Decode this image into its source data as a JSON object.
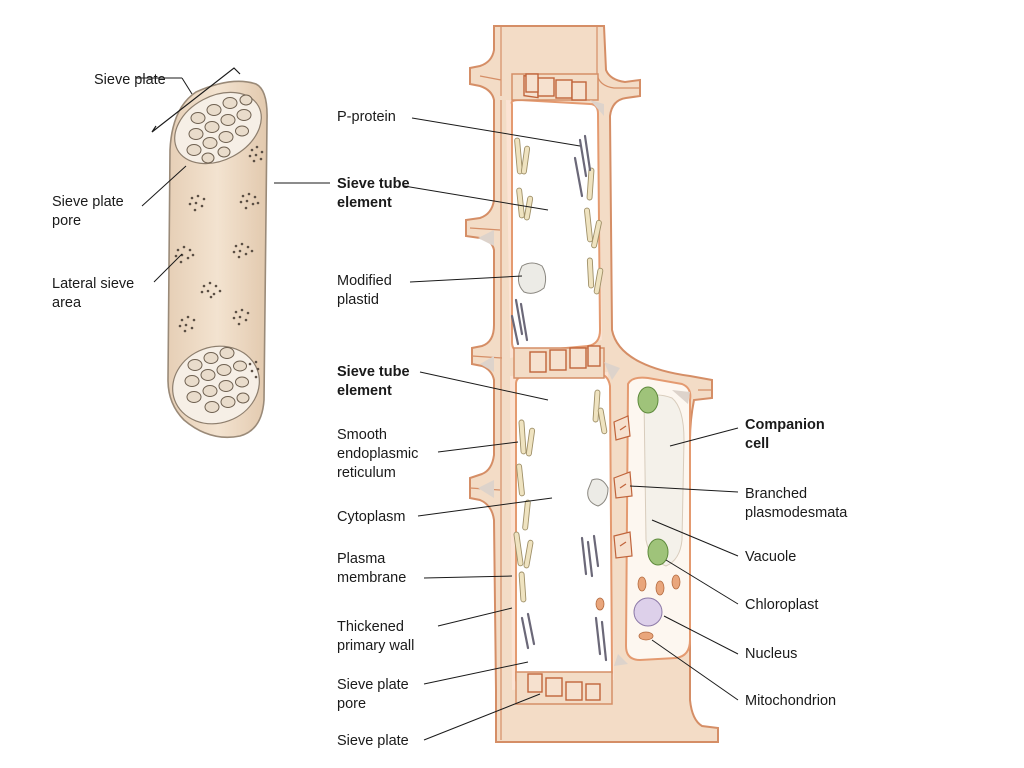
{
  "labels": {
    "sieve_plate_top": "Sieve plate",
    "sieve_plate_pore_left": [
      "Sieve plate",
      "pore"
    ],
    "lateral_sieve_area": [
      "Lateral sieve",
      "area"
    ],
    "p_protein": "P-protein",
    "sieve_tube_element_1": [
      "Sieve tube",
      "element"
    ],
    "modified_plastid": [
      "Modified",
      "plastid"
    ],
    "sieve_tube_element_2": [
      "Sieve tube",
      "element"
    ],
    "smooth_er": [
      "Smooth",
      "endoplasmic",
      "reticulum"
    ],
    "cytoplasm": "Cytoplasm",
    "plasma_membrane": [
      "Plasma",
      "membrane"
    ],
    "thickened_primary_wall": [
      "Thickened",
      "primary wall"
    ],
    "sieve_plate_pore_bottom": [
      "Sieve plate",
      "pore"
    ],
    "sieve_plate_bottom": "Sieve plate",
    "companion_cell": [
      "Companion",
      "cell"
    ],
    "branched_plasmodesmata": [
      "Branched",
      "plasmodesmata"
    ],
    "vacuole": "Vacuole",
    "chloroplast": "Chloroplast",
    "nucleus": "Nucleus",
    "mitochondrion": "Mitochondrion"
  },
  "colors": {
    "cell_wall": "#f3dcc6",
    "wall_outline": "#d58e66",
    "cytoplasm_glow": "#fbe3d3",
    "er": "#efe3c0",
    "p_protein": "#6b6878",
    "chloroplast": "#9fc37a",
    "nucleus": "#ddd0ea",
    "vacuole": "#f4f1ea",
    "mitochondrion": "#e9a67c"
  }
}
